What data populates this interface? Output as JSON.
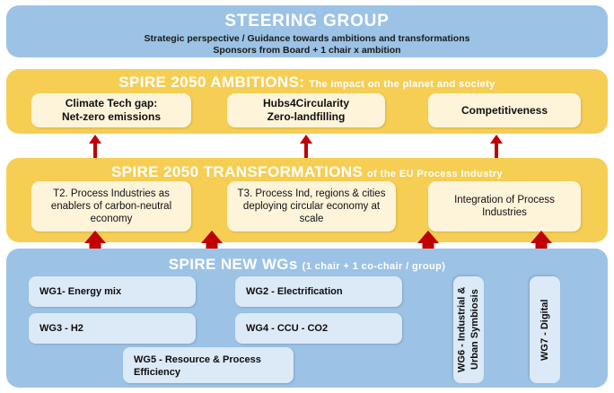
{
  "steering": {
    "title": "STEERING GROUP",
    "subtitle_line1": "Strategic perspective / Guidance towards ambitions and transformations",
    "subtitle_line2": "Sponsors from Board + 1 chair x ambition",
    "color": "#9cc3e5"
  },
  "ambitions": {
    "title_main": "SPIRE 2050 AMBITIONS:",
    "title_sub": "The impact on the planet and society",
    "color": "#f6ce54",
    "card_color": "#fdf4da",
    "cards": [
      {
        "line1": "Climate Tech gap:",
        "line2": "Net-zero emissions"
      },
      {
        "line1": "Hubs4Circularity",
        "line2": "Zero-landfilling"
      },
      {
        "line1": "Competitiveness",
        "line2": ""
      }
    ]
  },
  "transformations": {
    "title_main": "SPIRE 2050 TRANSFORMATIONS",
    "title_sub": "of the EU Process Industry",
    "color": "#f6ce54",
    "card_color": "#fdf4da",
    "cards": [
      {
        "text": "T2. Process Industries as enablers of carbon-neutral economy"
      },
      {
        "text": "T3. Process Ind, regions & cities deploying circular economy at scale"
      },
      {
        "text": "Integration of Process Industries"
      }
    ]
  },
  "working_groups": {
    "title_main": "SPIRE NEW WGs",
    "title_sub": "(1 chair + 1 co-chair / group)",
    "color": "#9cc3e5",
    "card_color": "#dce9f6",
    "cards": [
      {
        "label": "WG1- Energy mix"
      },
      {
        "label": "WG2 - Electrification"
      },
      {
        "label": "WG3 - H2"
      },
      {
        "label": "WG4 - CCU - CO2"
      },
      {
        "label": "WG5 - Resource & Process Efficiency"
      },
      {
        "label": "WG6 - Industrial & Urban Symbiosis"
      },
      {
        "label": "WG7 - Digital"
      }
    ]
  },
  "arrows": {
    "color": "#c00000",
    "thin_count": 3,
    "thick_count": 4
  }
}
